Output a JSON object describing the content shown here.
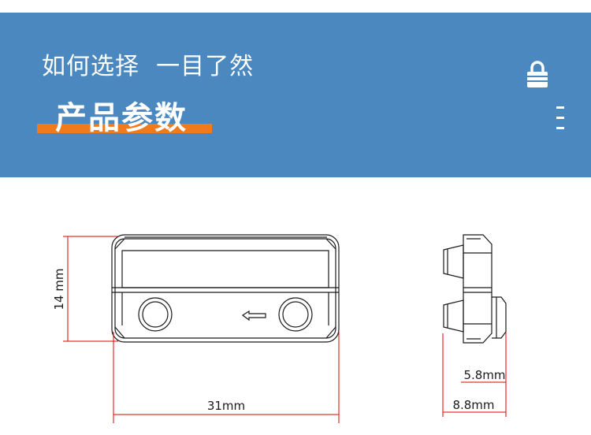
{
  "header": {
    "subtitle": "如何选择  一目了然",
    "title": "产品参数",
    "icons": [
      "lock-icon",
      "menu-icon"
    ],
    "colors": {
      "banner": "#4a88bf",
      "accent": "#f07a1c"
    }
  },
  "dimensions": {
    "height": "14 mm",
    "length": "31mm",
    "depth_small": "5.8mm",
    "depth_total": "8.8mm"
  }
}
